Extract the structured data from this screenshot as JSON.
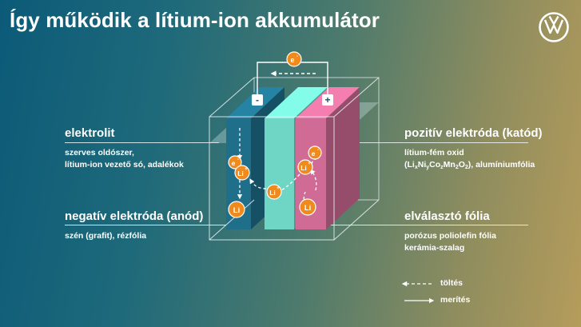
{
  "title": "Így működik a lítium-ion akkumulátor",
  "brand_icon": "volkswagen-logo-icon",
  "labels": {
    "electrolyte": {
      "heading": "elektrolit",
      "desc_line1": "szerves oldószer,",
      "desc_line2": "lítium-ion vezető só, adalékok"
    },
    "negative": {
      "heading": "negatív elektróda (anód)",
      "desc_line1": "szén (grafit), rézfólia"
    },
    "positive": {
      "heading": "pozitív elektróda (katód)",
      "desc_line1": "lítium-fém oxid",
      "formula_open": "(Li",
      "formula_ni": "Ni",
      "formula_co": "Co",
      "formula_mn": "Mn",
      "formula_o": "O",
      "sub_x": "x",
      "sub_y": "y",
      "sub_z": "z",
      "sub_2": "2",
      "formula_close": "), alumíniumfólia"
    },
    "separator": {
      "heading": "elválasztó fólia",
      "desc_line1": "porózus poliolefin fólia",
      "desc_line2": "kerámia-szalag"
    }
  },
  "cell": {
    "terminal_negative": "-",
    "terminal_positive": "+",
    "electron": "e",
    "electron_sup": "-",
    "lithium": "Li",
    "lithium_ion_sup": "+"
  },
  "legend": {
    "charge": "töltés",
    "discharge": "merítés"
  },
  "colors": {
    "anode": "#1f6f8b",
    "separator": "#6fd6c6",
    "cathode": "#d06b96",
    "particle": "#f08a1c"
  }
}
